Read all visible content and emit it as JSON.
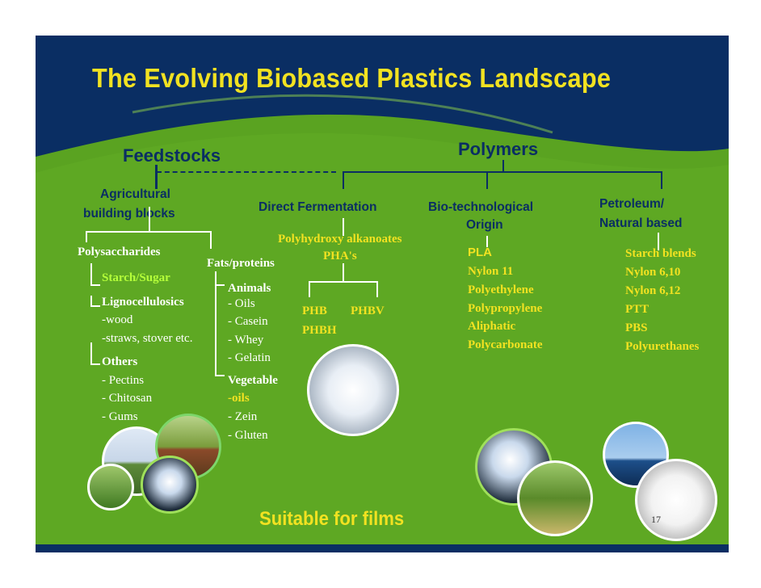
{
  "title": "The Evolving Biobased Plastics Landscape",
  "feedstocks": {
    "heading": "Feedstocks",
    "agricultural": [
      "Agricultural",
      "building blocks"
    ],
    "polysaccharides": {
      "label": "Polysaccharides",
      "starch": "Starch/Sugar",
      "lignocellulosics": "Lignocellulosics",
      "ligno_items": [
        "-wood",
        "-straws, stover etc."
      ],
      "others": "Others",
      "others_items": [
        "- Pectins",
        "- Chitosan",
        "- Gums"
      ]
    },
    "fats": {
      "label": "Fats/proteins",
      "animals": "Animals",
      "animal_items": [
        "- Oils",
        "- Casein",
        "- Whey",
        "- Gelatin"
      ],
      "vegetable": "Vegetable",
      "oils": "-oils",
      "veg_items": [
        "- Zein",
        "- Gluten"
      ]
    }
  },
  "polymers": {
    "heading": "Polymers",
    "direct": {
      "label": "Direct Fermentation",
      "pha": [
        "Polyhydroxy alkanoates",
        "PHA's"
      ],
      "types": [
        "PHB",
        "PHBV",
        "PHBH"
      ]
    },
    "biotech": {
      "label": [
        "Bio-technological",
        "Origin"
      ],
      "items": [
        "PLA",
        "Nylon 11",
        "Polyethylene",
        "Polypropylene",
        "Aliphatic",
        "Polycarbonate"
      ]
    },
    "petro": {
      "label": [
        "Petroleum/",
        "Natural based"
      ],
      "items": [
        "Starch blends",
        "Nylon 6,10",
        "Nylon 6,12",
        "PTT",
        "PBS",
        "Polyurethanes"
      ]
    }
  },
  "footer": "Suitable for  films",
  "page_number": "17",
  "colors": {
    "navy": "#0a2e63",
    "green": "#57a020",
    "yellow": "#f2e221",
    "accent_green": "#b5ff3a"
  }
}
